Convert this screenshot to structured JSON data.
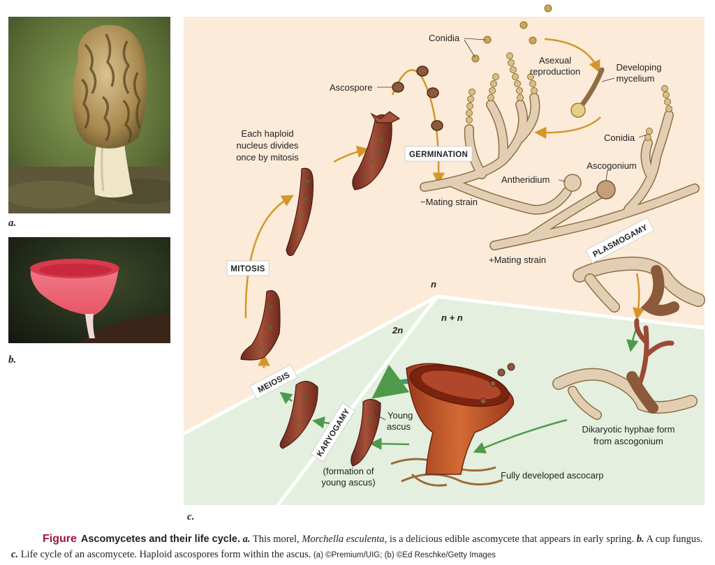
{
  "panels": {
    "a": "a.",
    "b": "b.",
    "c": "c."
  },
  "labels": {
    "conidia_top": "Conidia",
    "asexual": [
      "Asexual",
      "reproduction"
    ],
    "developing": [
      "Developing",
      "mycelium"
    ],
    "ascospore": "Ascospore",
    "each_haploid": [
      "Each haploid",
      "nucleus divides",
      "once by mitosis"
    ],
    "conidia_right": "Conidia",
    "ascogonium": "Ascogonium",
    "antheridium": "Antheridium",
    "minus_strain": "−Mating strain",
    "plus_strain": "+Mating strain",
    "n": "n",
    "n_plus_n": "n + n",
    "two_n": "2n",
    "young_ascus": [
      "Young",
      "ascus"
    ],
    "formation": [
      "(formation of",
      "young ascus)"
    ],
    "dikaryotic": [
      "Dikaryotic hyphae form",
      "from ascogonium"
    ],
    "ascocarp": "Fully developed ascocarp"
  },
  "stages": {
    "germination": "GERMINATION",
    "mitosis": "MITOSIS",
    "plasmogamy": "PLASMOGAMY",
    "meiosis": "MEIOSIS",
    "karyogamy": "KARYOGAMY"
  },
  "caption": {
    "figure": "Figure",
    "title": "Ascomycetes and their life cycle.",
    "part_a": "a.",
    "text_a1": " This morel, ",
    "species": "Morchella esculenta",
    "text_a2": ", is a delicious edible ascomycete that appears in early spring. ",
    "part_b": "b.",
    "text_b": " A cup fungus. ",
    "part_c": "c.",
    "text_c": " Life cycle of an ascomycete. Haploid ascospores form within the ascus.",
    "credit": "(a) ©Premium/UIG; (b) ©Ed Reschke/Getty Images"
  },
  "colors": {
    "haploid_bg": "#fcebd9",
    "diploid_bg": "#e4efdf",
    "orange_arrow": "#d4962a",
    "green_arrow": "#4e9a4a",
    "hypha": "#e2cfb3",
    "ascus": "#8d3b2a",
    "caption_red": "#a3143a"
  }
}
